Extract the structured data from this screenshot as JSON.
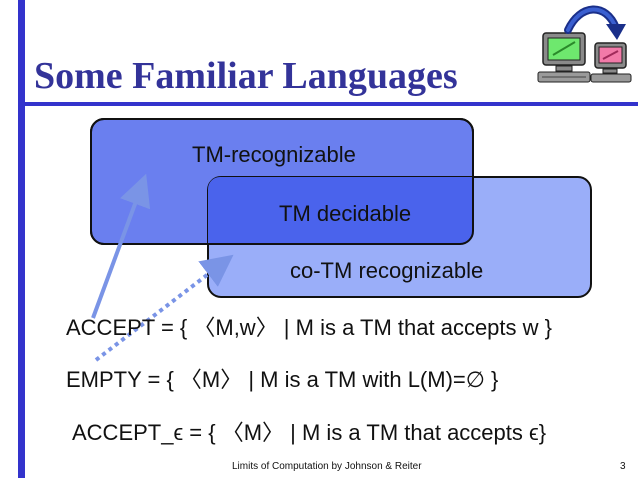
{
  "slide": {
    "title": "Some Familiar Languages",
    "diagram": {
      "set_recognizable": "TM-recognizable",
      "set_decidable": "TM decidable",
      "set_co_recognizable": "co-TM recognizable"
    },
    "languages": [
      "ACCEPT = { 〈M,w〉 | M is a TM that accepts w }",
      "EMPTY = { 〈M〉 | M is a TM with L(M)=∅ }",
      "ACCEPT_ϵ = { 〈M〉 | M is a TM that accepts ϵ}"
    ],
    "footer": "Limits of Computation by Johnson & Reiter",
    "page_number": "3"
  },
  "colors": {
    "accent": "#3333cc",
    "title": "#333399",
    "recognizable_fill": "#6a7fef",
    "co_recognizable_fill": "#9aaef9",
    "overlap_fill": "#4a63ec",
    "arrow": "#7a94e6"
  },
  "icons": [
    "computer-green-screen-icon",
    "computer-pink-screen-icon",
    "curved-transfer-arrow-icon"
  ]
}
